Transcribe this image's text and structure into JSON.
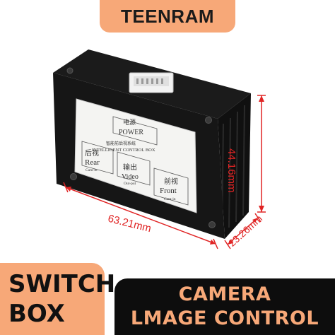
{
  "brand": "TEENRAM",
  "title_left": [
    "SWITCH",
    "BOX"
  ],
  "title_right": [
    "CAMERA",
    "LMAGE CONTROL"
  ],
  "dimensions": {
    "height": "44.16mm",
    "width": "63.21mm",
    "depth": "23.26mm"
  },
  "device_label": {
    "power_cn": "电源",
    "power": "POWER",
    "system_cn": "智能前后视系统",
    "system": "INTELLIGENT CONTROL BOX",
    "rear_cn": "后视",
    "rear": "Rear",
    "rear_sub": "Cam-in",
    "video_cn": "输出",
    "video": "Video",
    "video_sub": "Out-put",
    "front_cn": "前视",
    "front": "Front",
    "front_sub": "Cam-in"
  },
  "colors": {
    "banner": "#f7a878",
    "dimension": "#e02424",
    "box": "#111111"
  }
}
